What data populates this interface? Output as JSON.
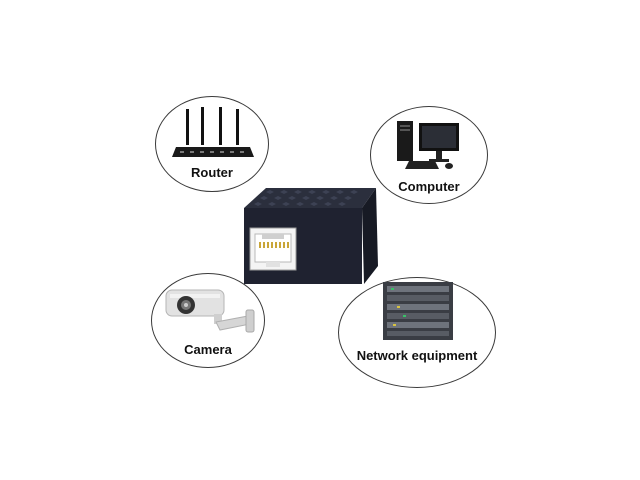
{
  "diagram": {
    "device": "rj45-coupler-icon",
    "nodes": [
      {
        "label": "Router",
        "icon": "router-icon"
      },
      {
        "label": "Computer",
        "icon": "computer-icon"
      },
      {
        "label": "Camera",
        "icon": "camera-icon"
      },
      {
        "label": "Network equipment",
        "icon": "server-rack-icon"
      }
    ]
  },
  "colors": {
    "device_body": "#1f2230",
    "bubble_border": "#3a3a3a",
    "label_text": "#111111"
  }
}
